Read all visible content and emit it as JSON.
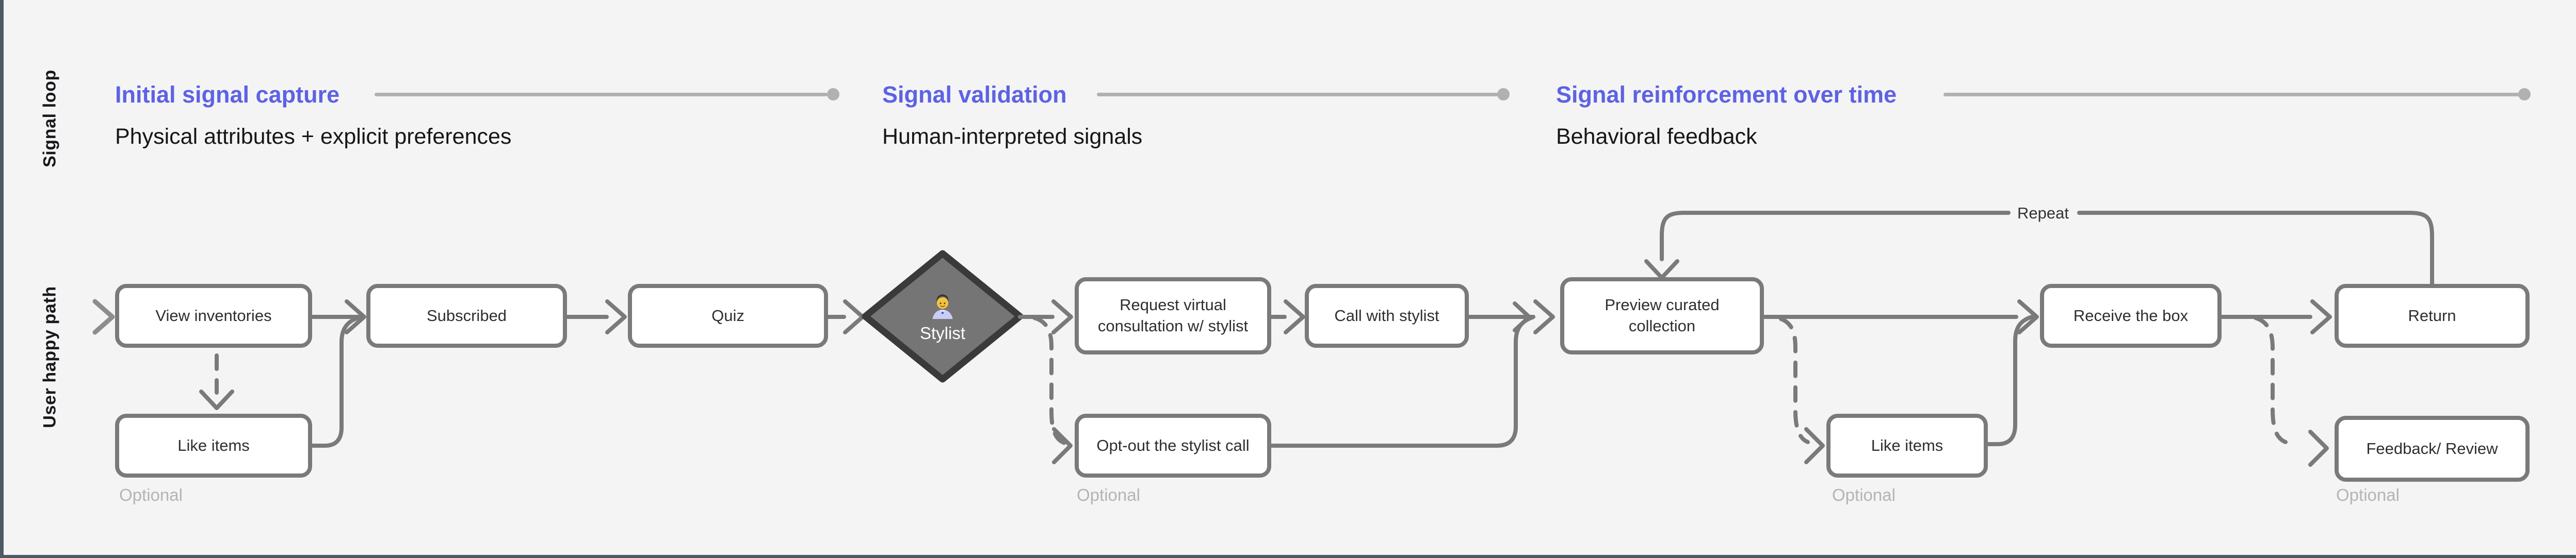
{
  "lanes": {
    "top": "Signal loop",
    "bottom": "User happy path"
  },
  "phases": [
    {
      "title": "Initial signal capture",
      "subtitle": "Physical attributes + explicit preferences"
    },
    {
      "title": "Signal validation",
      "subtitle": "Human-interpreted signals"
    },
    {
      "title": "Signal reinforcement over time",
      "subtitle": "Behavioral feedback"
    }
  ],
  "flow": {
    "main": [
      {
        "id": "view-inventories",
        "label": "View inventories"
      },
      {
        "id": "subscribed",
        "label": "Subscribed"
      },
      {
        "id": "quiz",
        "label": "Quiz"
      },
      {
        "id": "stylist",
        "label": "Stylist",
        "icon": "person-emoji",
        "shape": "diamond"
      },
      {
        "id": "request-consultation",
        "label": "Request virtual consultation w/ stylist"
      },
      {
        "id": "call-with-stylist",
        "label": "Call with stylist"
      },
      {
        "id": "preview-collection",
        "label": "Preview curated collection"
      },
      {
        "id": "receive-box",
        "label": "Receive the box"
      },
      {
        "id": "return",
        "label": "Return"
      }
    ],
    "optional": [
      {
        "id": "like-items-1",
        "label": "Like items"
      },
      {
        "id": "opt-out-call",
        "label": "Opt-out the stylist call"
      },
      {
        "id": "like-items-2",
        "label": "Like items"
      },
      {
        "id": "feedback-review",
        "label": "Feedback/ Review"
      }
    ]
  },
  "labels": {
    "optional": "Optional",
    "repeat": "Repeat"
  },
  "colors": {
    "background": "#f4f4f5",
    "frame_edge": "#4b5a63",
    "accent_indigo": "#5d62e4",
    "phase_line": "#b1b1b4",
    "node_border": "#7a7a7a",
    "node_fill": "#ffffff",
    "node_text": "#2f2f31",
    "diamond_fill": "#757575",
    "diamond_border": "#3a3a3a",
    "connector": "#7a7a7a",
    "caption_gray": "#b4b4b8"
  }
}
